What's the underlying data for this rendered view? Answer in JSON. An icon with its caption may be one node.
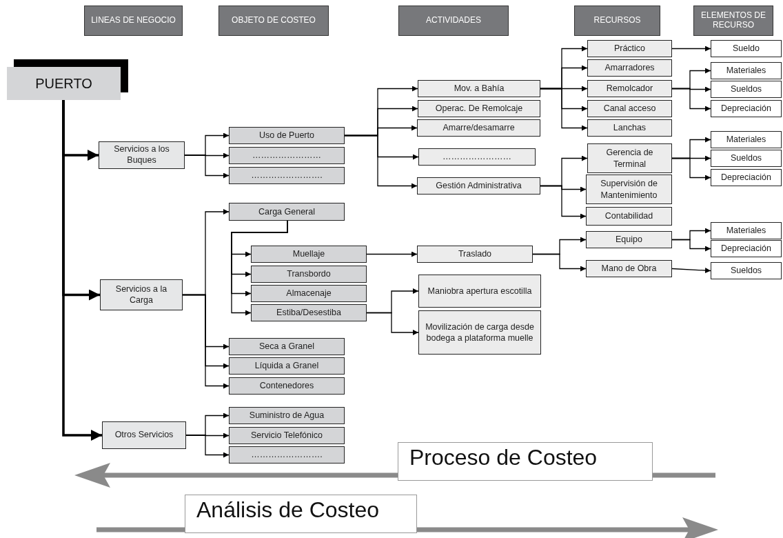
{
  "diagram": {
    "nodes": [
      {
        "text": [
          "LINEAS DE NEGOCIO"
        ]
      },
      {
        "text": [
          "OBJETO DE COSTEO"
        ]
      },
      {
        "text": [
          "ACTIVIDADES"
        ]
      },
      {
        "text": [
          "RECURSOS"
        ]
      },
      {
        "text": [
          "ELEMENTOS DE RECURSO"
        ]
      },
      {
        "text": [
          "PUERTO"
        ]
      },
      {
        "text": [
          "Servicios a los Buques"
        ]
      },
      {
        "text": [
          "Uso de Puerto"
        ]
      },
      {
        "text": [
          "……………………"
        ]
      },
      {
        "text": [
          "……………………."
        ]
      },
      {
        "text": [
          "Mov. a Bahía"
        ]
      },
      {
        "text": [
          "Operac. De Remolcaje"
        ]
      },
      {
        "text": [
          "Amarre/desamarre"
        ]
      },
      {
        "text": [
          "……………………"
        ]
      },
      {
        "text": [
          "Gestión Administrativa"
        ]
      },
      {
        "text": [
          "Práctico"
        ]
      },
      {
        "text": [
          "Amarradores"
        ]
      },
      {
        "text": [
          "Remolcador"
        ]
      },
      {
        "text": [
          "Canal acceso"
        ]
      },
      {
        "text": [
          "Lanchas"
        ]
      },
      {
        "text": [
          "Gerencia de Terminal"
        ]
      },
      {
        "text": [
          "Supervisión de Mantenimiento"
        ]
      },
      {
        "text": [
          "Contabilidad"
        ]
      },
      {
        "text": [
          "Sueldo"
        ]
      },
      {
        "text": [
          "Materiales"
        ]
      },
      {
        "text": [
          "Sueldos"
        ]
      },
      {
        "text": [
          "Depreciación"
        ]
      },
      {
        "text": [
          "Materiales"
        ]
      },
      {
        "text": [
          "Sueldos"
        ]
      },
      {
        "text": [
          "Depreciación"
        ]
      },
      {
        "text": [
          "Servicios a la Carga"
        ]
      },
      {
        "text": [
          "Carga General"
        ]
      },
      {
        "text": [
          "Muellaje"
        ]
      },
      {
        "text": [
          "Transbordo"
        ]
      },
      {
        "text": [
          "Almacenaje"
        ]
      },
      {
        "text": [
          "Estiba/Desestiba"
        ]
      },
      {
        "text": [
          "Traslado"
        ]
      },
      {
        "text": [
          "Maniobra apertura escotilla"
        ]
      },
      {
        "text": [
          "Movilización de carga desde bodega a plataforma muelle"
        ]
      },
      {
        "text": [
          "Equipo"
        ]
      },
      {
        "text": [
          "Mano de Obra"
        ]
      },
      {
        "text": [
          "Materiales"
        ]
      },
      {
        "text": [
          "Depreciación"
        ]
      },
      {
        "text": [
          "Sueldos"
        ]
      },
      {
        "text": [
          "Seca a Granel"
        ]
      },
      {
        "text": [
          "Líquida a Granel"
        ]
      },
      {
        "text": [
          "Contenedores"
        ]
      },
      {
        "text": [
          "Otros Servicios"
        ]
      },
      {
        "text": [
          "Suministro de Agua"
        ]
      },
      {
        "text": [
          "Servicio Telefónico"
        ]
      },
      {
        "text": [
          "……………………."
        ]
      },
      {
        "text": [
          "Proceso de Costeo"
        ]
      },
      {
        "text": [
          "Análisis de Costeo"
        ]
      }
    ],
    "edges": [
      {
        "from": 5,
        "to": 6,
        "arrow": "to",
        "style": "thick"
      },
      {
        "from": 5,
        "to": 30,
        "arrow": "to",
        "style": "thick"
      },
      {
        "from": 5,
        "to": 47,
        "arrow": "to",
        "style": "thick"
      },
      {
        "from": 6,
        "to": 7,
        "arrow": "to"
      },
      {
        "from": 6,
        "to": 8,
        "arrow": "to"
      },
      {
        "from": 6,
        "to": 9,
        "arrow": "to"
      },
      {
        "from": 7,
        "to": 10,
        "arrow": "to"
      },
      {
        "from": 7,
        "to": 11,
        "arrow": "to"
      },
      {
        "from": 7,
        "to": 12,
        "arrow": "to"
      },
      {
        "from": 7,
        "to": 13,
        "arrow": "to"
      },
      {
        "from": 7,
        "to": 14,
        "arrow": "to"
      },
      {
        "from": 10,
        "to": 15,
        "arrow": "to"
      },
      {
        "from": 10,
        "to": 16,
        "arrow": "to"
      },
      {
        "from": 10,
        "to": 17,
        "arrow": "to"
      },
      {
        "from": 10,
        "to": 18,
        "arrow": "to"
      },
      {
        "from": 10,
        "to": 19,
        "arrow": "to"
      },
      {
        "from": 15,
        "to": 23,
        "arrow": "to"
      },
      {
        "from": 17,
        "to": 24,
        "arrow": "to"
      },
      {
        "from": 17,
        "to": 25,
        "arrow": "to"
      },
      {
        "from": 17,
        "to": 26,
        "arrow": "to"
      },
      {
        "from": 14,
        "to": 20,
        "arrow": "to"
      },
      {
        "from": 14,
        "to": 21,
        "arrow": "to"
      },
      {
        "from": 14,
        "to": 22,
        "arrow": "to"
      },
      {
        "from": 20,
        "to": 27,
        "arrow": "to"
      },
      {
        "from": 20,
        "to": 28,
        "arrow": "to"
      },
      {
        "from": 20,
        "to": 29,
        "arrow": "to"
      },
      {
        "from": 30,
        "to": 31,
        "arrow": "to"
      },
      {
        "from": 30,
        "to": 44,
        "arrow": "to"
      },
      {
        "from": 30,
        "to": 45,
        "arrow": "to"
      },
      {
        "from": 30,
        "to": 46,
        "arrow": "to"
      },
      {
        "from": 31,
        "to": 32,
        "arrow": "to"
      },
      {
        "from": 31,
        "to": 33,
        "arrow": "to"
      },
      {
        "from": 31,
        "to": 34,
        "arrow": "to"
      },
      {
        "from": 31,
        "to": 35,
        "arrow": "to"
      },
      {
        "from": 32,
        "to": 36,
        "arrow": "to"
      },
      {
        "from": 35,
        "to": 37,
        "arrow": "to"
      },
      {
        "from": 35,
        "to": 38,
        "arrow": "to"
      },
      {
        "from": 36,
        "to": 39,
        "arrow": "to"
      },
      {
        "from": 36,
        "to": 40,
        "arrow": "to"
      },
      {
        "from": 39,
        "to": 41,
        "arrow": "to"
      },
      {
        "from": 39,
        "to": 42,
        "arrow": "to"
      },
      {
        "from": 40,
        "to": 43,
        "arrow": "to"
      },
      {
        "from": 47,
        "to": 48,
        "arrow": "to"
      },
      {
        "from": 47,
        "to": 49,
        "arrow": "to"
      },
      {
        "from": 47,
        "to": 50,
        "arrow": "to"
      }
    ]
  }
}
